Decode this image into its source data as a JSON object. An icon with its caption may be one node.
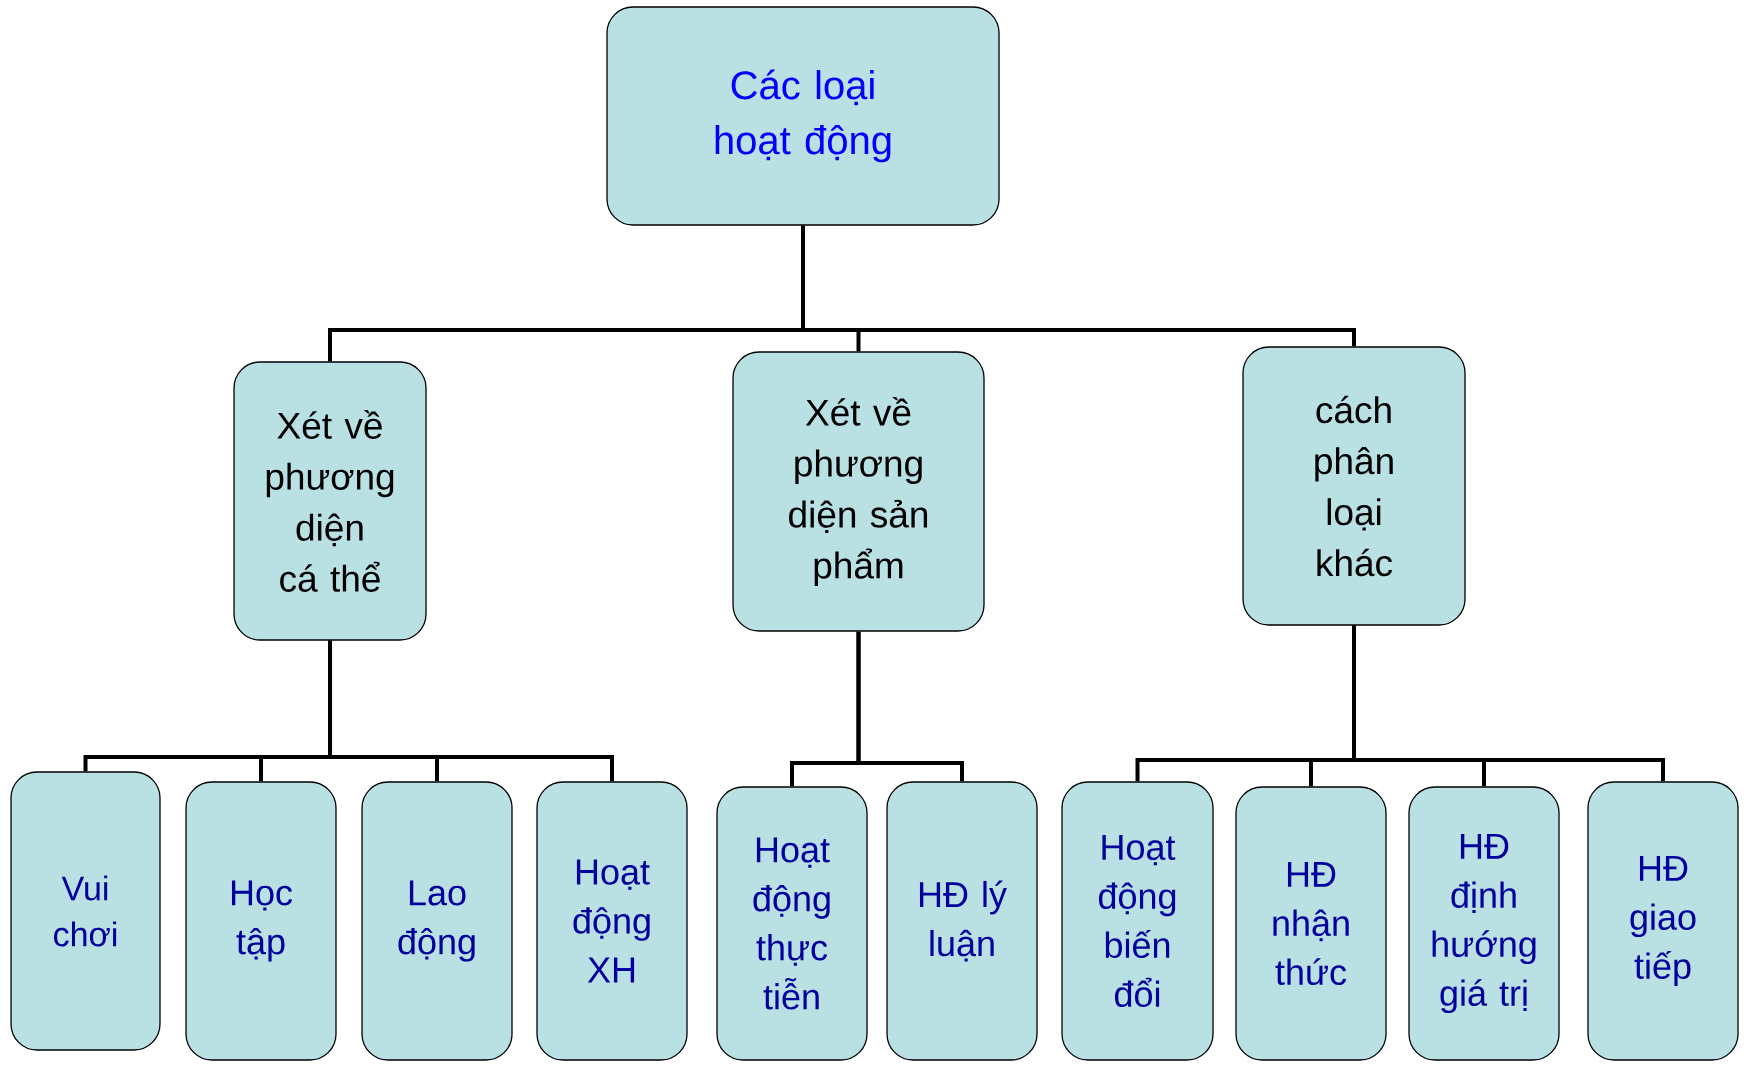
{
  "diagram": {
    "nodes": [
      {
        "text": [
          "Các loại hoạt động"
        ]
      },
      {
        "text": [
          "Xét về phương diện cá thể"
        ]
      },
      {
        "text": [
          "Xét về phương diện sản phẩm"
        ]
      },
      {
        "text": [
          "cách phân loại khác"
        ]
      },
      {
        "text": [
          "Vui chơi"
        ]
      },
      {
        "text": [
          "Học tập"
        ]
      },
      {
        "text": [
          "Lao động"
        ]
      },
      {
        "text": [
          "Hoạt động XH"
        ]
      },
      {
        "text": [
          "Hoạt động thực tiễn"
        ]
      },
      {
        "text": [
          "HĐ lý luận"
        ]
      },
      {
        "text": [
          "Hoạt động biến đổi"
        ]
      },
      {
        "text": [
          "HĐ nhận thức"
        ]
      },
      {
        "text": [
          "HĐ định hướng giá trị"
        ]
      },
      {
        "text": [
          "HĐ giao tiếp"
        ]
      }
    ],
    "edges": [
      {
        "from": 0,
        "to": 1,
        "arrow": "none"
      },
      {
        "from": 0,
        "to": 2,
        "arrow": "none"
      },
      {
        "from": 0,
        "to": 3,
        "arrow": "none"
      },
      {
        "from": 1,
        "to": 4,
        "arrow": "none"
      },
      {
        "from": 1,
        "to": 5,
        "arrow": "none"
      },
      {
        "from": 1,
        "to": 6,
        "arrow": "none"
      },
      {
        "from": 1,
        "to": 7,
        "arrow": "none"
      },
      {
        "from": 2,
        "to": 8,
        "arrow": "none"
      },
      {
        "from": 2,
        "to": 9,
        "arrow": "none"
      },
      {
        "from": 3,
        "to": 10,
        "arrow": "none"
      },
      {
        "from": 3,
        "to": 11,
        "arrow": "none"
      },
      {
        "from": 3,
        "to": 12,
        "arrow": "none"
      },
      {
        "from": 3,
        "to": 13,
        "arrow": "none"
      }
    ]
  }
}
